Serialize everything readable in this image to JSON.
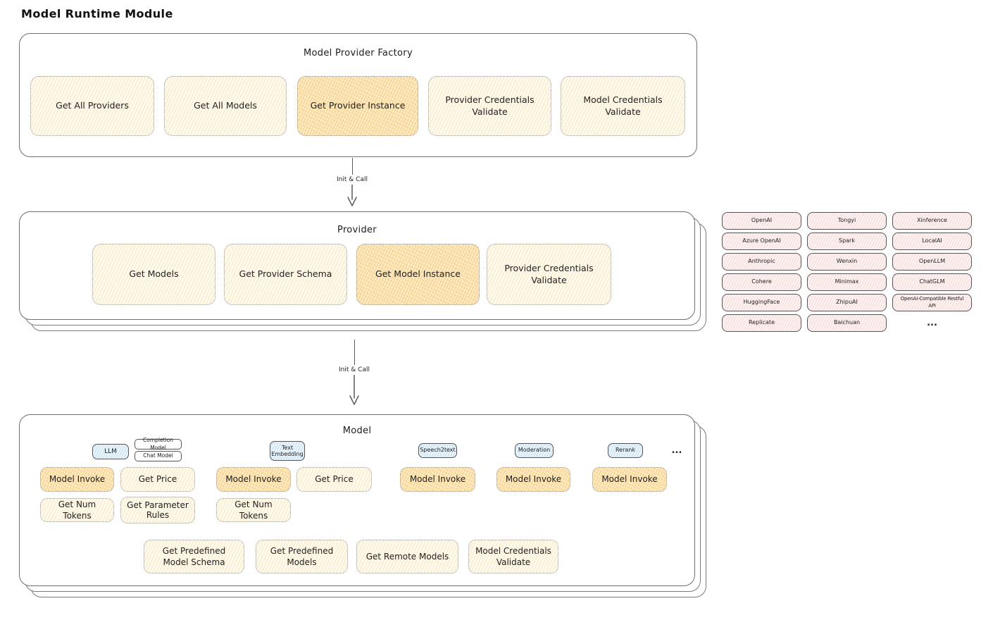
{
  "page": {
    "title": "Model Runtime Module"
  },
  "colors": {
    "node_yellow": "#fefaed",
    "node_highlight": "#fcecc8",
    "provider_pink": "#fdf2f2",
    "tab_blue": "#ebf5fb",
    "box_border": "#6e6e6e"
  },
  "arrows": {
    "factory_to_provider": "Init & Call",
    "provider_to_model": "Init & Call"
  },
  "factory": {
    "title": "Model Provider Factory",
    "buttons": [
      {
        "label": "Get All Providers",
        "highlighted": false
      },
      {
        "label": "Get All Models",
        "highlighted": false
      },
      {
        "label": "Get Provider Instance",
        "highlighted": true
      },
      {
        "label": "Provider Credentials Validate",
        "highlighted": false
      },
      {
        "label": "Model Credentials Validate",
        "highlighted": false
      }
    ]
  },
  "provider": {
    "title": "Provider",
    "buttons": [
      {
        "label": "Get Models",
        "highlighted": false
      },
      {
        "label": "Get Provider Schema",
        "highlighted": false
      },
      {
        "label": "Get Model Instance",
        "highlighted": true
      },
      {
        "label": "Provider Credentials Validate",
        "highlighted": false
      }
    ]
  },
  "provider_list": {
    "column1": [
      "OpenAI",
      "Azure OpenAI",
      "Anthropic",
      "Cohere",
      "HuggingFace",
      "Replicate"
    ],
    "column2": [
      "Tongyi",
      "Spark",
      "Wenxin",
      "Minimax",
      "ZhipuAI",
      "Baichuan"
    ],
    "column3": [
      "Xinference",
      "LocalAI",
      "OpenLLM",
      "ChatGLM",
      "OpenAI-Compatible Restful API"
    ],
    "more": "..."
  },
  "model": {
    "title": "Model",
    "tabs": {
      "llm": "LLM",
      "completion": "Completion Model",
      "chat": "Chat Model",
      "text_embedding": "Text Embedding",
      "speech2text": "Speech2text",
      "moderation": "Moderation",
      "rerank": "Rerank",
      "more": "..."
    },
    "row1": [
      "Model Invoke",
      "Get Price",
      "Model Invoke",
      "Get Price",
      "Model Invoke",
      "Model Invoke",
      "Model Invoke"
    ],
    "row2": [
      "Get Num Tokens",
      "Get Parameter Rules",
      "Get Num Tokens"
    ],
    "bottom": [
      "Get Predefined Model Schema",
      "Get Predefined Models",
      "Get Remote Models",
      "Model Credentials Validate"
    ]
  }
}
